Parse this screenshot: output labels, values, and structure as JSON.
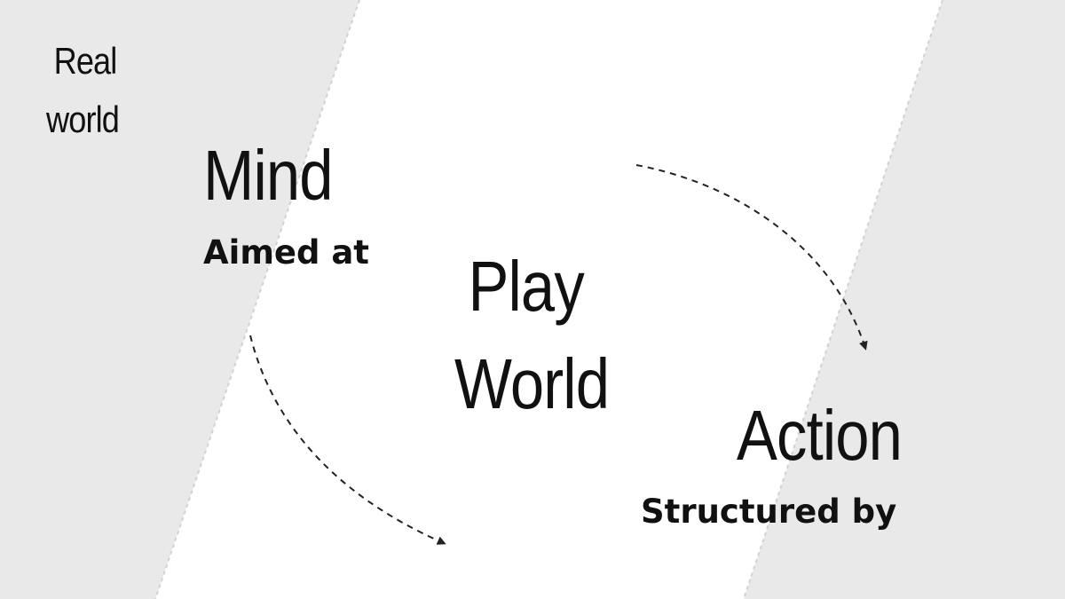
{
  "diagram": {
    "real_world": "Real\nworld",
    "mind": "Mind",
    "aimed_at": "Aimed at",
    "play_world": "Play\nWorld",
    "action": "Action",
    "structured_by": "Structured by"
  },
  "colors": {
    "background_outer": "#e9e9e9",
    "play_world_band": "#ffffff",
    "text": "#111111",
    "arrow": "#222222"
  },
  "arrows": [
    {
      "from": "mind",
      "to": "play_world",
      "style": "dashed"
    },
    {
      "from": "play_world",
      "to": "action",
      "style": "dashed"
    }
  ]
}
